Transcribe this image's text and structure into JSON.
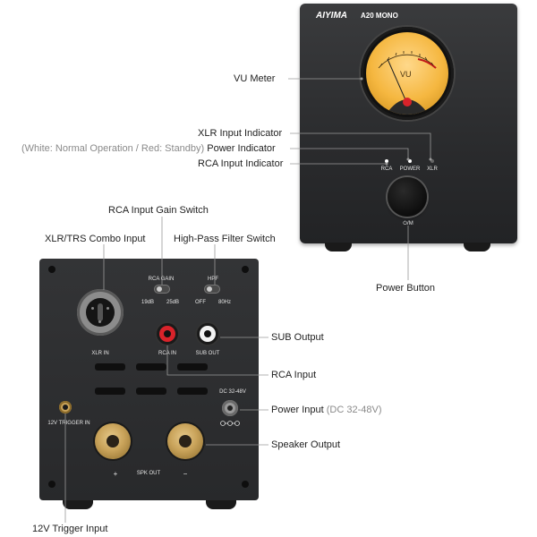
{
  "front": {
    "brand": "AIYIMA",
    "model": "A20 MONO",
    "meter_text": "VU",
    "led_rca": "RCA",
    "led_power": "POWER",
    "led_xlr": "XLR",
    "power_symbol": "⏻/M"
  },
  "callouts": {
    "vu_meter": "VU Meter",
    "xlr_indicator": "XLR Input Indicator",
    "power_indicator_prefix_open": "(",
    "power_indicator_note": "White: Normal Operation / Red: Standby",
    "power_indicator_prefix_close": ")",
    "power_indicator": "Power Indicator",
    "rca_indicator": "RCA Input Indicator",
    "power_button": "Power Button",
    "rca_gain_switch": "RCA Input Gain Switch",
    "xlr_trs_combo": "XLR/TRS Combo Input",
    "hpf_switch": "High-Pass Filter Switch",
    "sub_output": "SUB Output",
    "rca_input": "RCA Input",
    "power_input": "Power Input",
    "power_input_note": "(DC 32-48V)",
    "speaker_output": "Speaker Output",
    "trigger_input": "12V Trigger Input"
  },
  "rear": {
    "rca_gain": "RCA GAIN",
    "gain_19": "19dB",
    "gain_25": "25dB",
    "hpf": "HPF",
    "hpf_off": "OFF",
    "hpf_80": "80Hz",
    "xlr_in": "XLR IN",
    "rca_in": "RCA IN",
    "sub_out": "SUB OUT",
    "dc": "DC 32-48V",
    "trigger": "12V TRIGGER IN",
    "plus": "+",
    "minus": "−",
    "spk_out": "SPK OUT"
  },
  "colors": {
    "device_body": "#2b2c2e",
    "meter_amber": "#f5b740",
    "rca_red": "#d8232a",
    "binding_gold": "#c9a35a"
  }
}
